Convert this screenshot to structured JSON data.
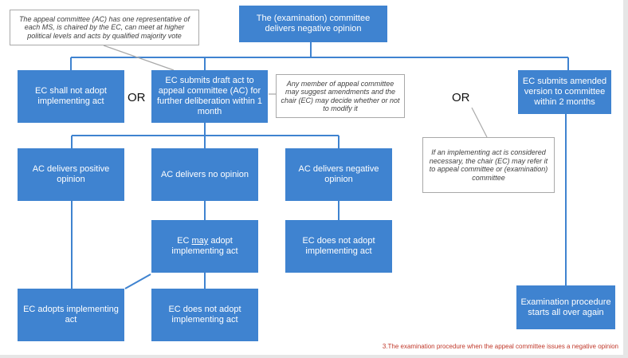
{
  "boxes": {
    "exam_committee_negative": "The (examination) committee delivers negative opinion",
    "ec_shall_not_adopt": "EC shall not adopt implementing act",
    "ec_submits_draft": "EC submits draft act to appeal committee (AC) for further deliberation within 1 month",
    "ec_submits_amended": "EC submits amended version to committee within 2 months",
    "ac_positive": "AC delivers positive opinion",
    "ac_no_opinion": "AC delivers no opinion",
    "ac_negative": "AC delivers negative opinion",
    "ec_may_adopt_pre": "EC ",
    "ec_may_adopt_em": "may",
    "ec_may_adopt_post": " adopt implementing act",
    "ec_does_not_adopt_1": "EC does not adopt implementing act",
    "ec_adopts": "EC adopts implementing act",
    "ec_does_not_adopt_2": "EC does not adopt implementing act",
    "exam_starts_again": "Examination procedure starts all over again"
  },
  "notes": {
    "appeal_committee_info": "The appeal committee (AC) has one representative of each MS, is chaired by the EC, can meet at higher political levels and acts by qualified majority vote",
    "any_member": "Any member of appeal committee may suggest amendments and the chair (EC) may decide whether or not to modify it",
    "if_necessary": "If an implementing act is considered necessary, the chair (EC) may refer it to appeal committee or (examination) committee"
  },
  "labels": {
    "or_left": "OR",
    "or_right": "OR"
  },
  "caption": "3.The examination procedure when the appeal committee issues a negative opinion",
  "colors": {
    "box_fill": "#3f83d0",
    "connector": "#3f83d0",
    "note_border": "#a9a9a9",
    "caption": "#c0392b"
  }
}
